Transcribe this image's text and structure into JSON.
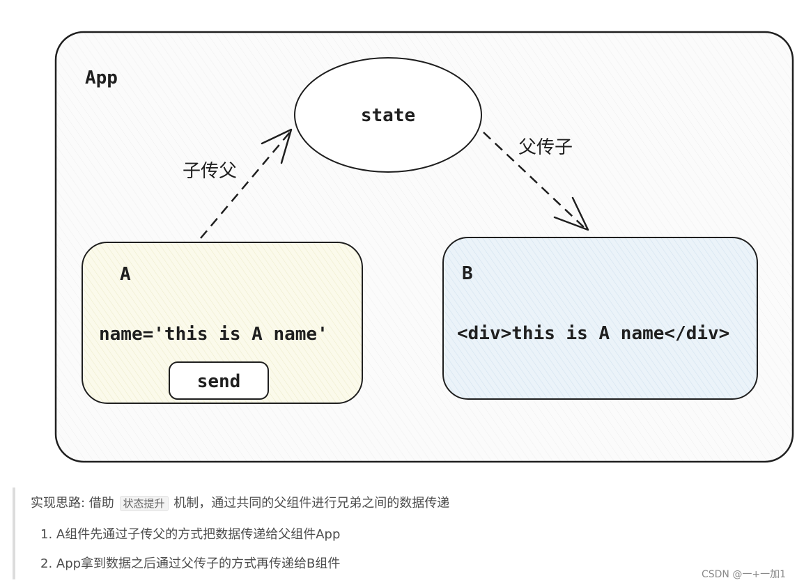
{
  "diagram": {
    "app_label": "App",
    "state_label": "state",
    "child_to_parent_label": "子传父",
    "parent_to_child_label": "父传子",
    "component_a": {
      "label": "A",
      "code": "name='this is A name'",
      "button_label": "send"
    },
    "component_b": {
      "label": "B",
      "code": "<div>this is A name</div>"
    }
  },
  "description": {
    "prefix": "实现思路: 借助",
    "code_term": "状态提升",
    "suffix": "机制，通过共同的父组件进行兄弟之间的数据传递",
    "steps": [
      "1. A组件先通过子传父的方式把数据传递给父组件App",
      "2. App拿到数据之后通过父传子的方式再传递给B组件"
    ]
  },
  "watermark": "CSDN @一+一加1",
  "colors": {
    "app_fill": "#fbfbfb",
    "a_fill": "#fbfaeb",
    "b_fill": "#ebf3f9",
    "stroke": "#1f1f1f"
  }
}
